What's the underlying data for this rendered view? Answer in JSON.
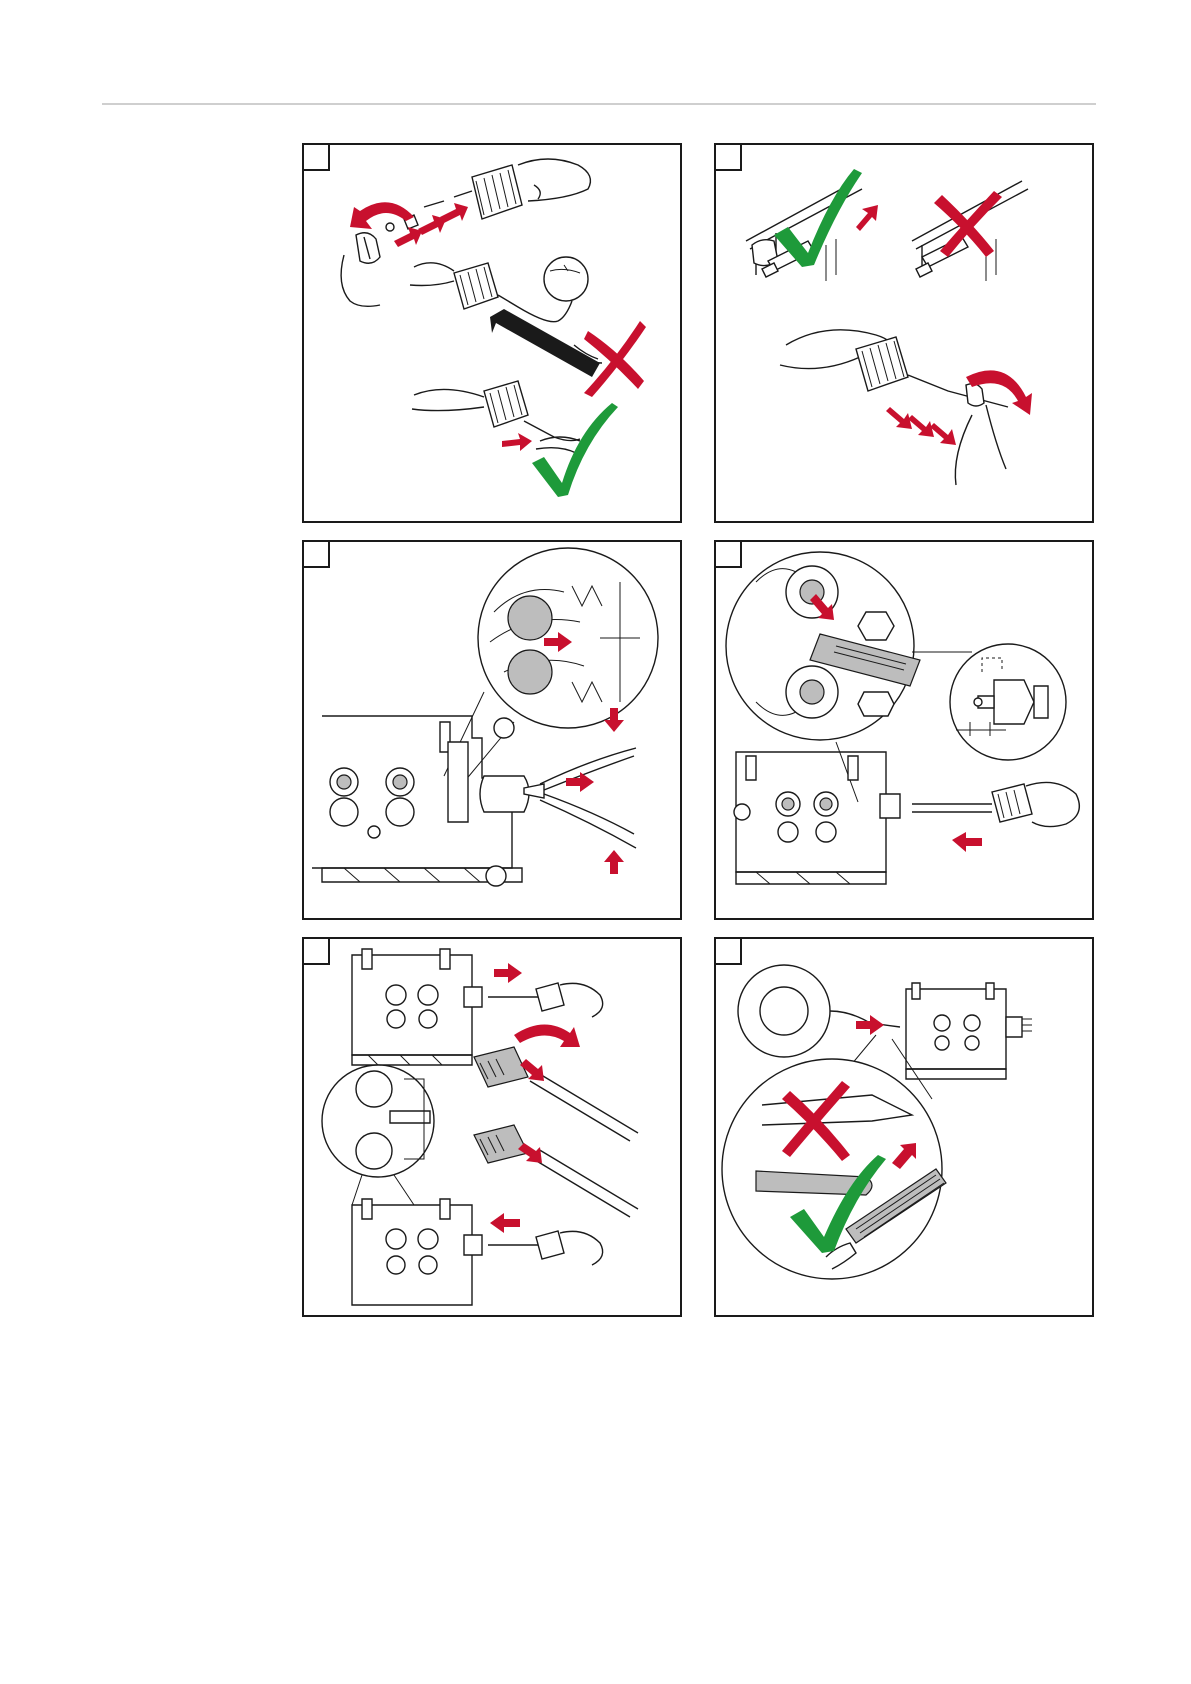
{
  "colors": {
    "arrow_red": "#c8102e",
    "check_green": "#1e9a3a",
    "line": "#1a1a1a",
    "rule": "#cfcfcf"
  },
  "steps": [
    {
      "id": "step-1",
      "number": "",
      "icons": [
        "red-arrow-icon",
        "red-cross-icon",
        "green-check-icon"
      ]
    },
    {
      "id": "step-2",
      "number": "",
      "icons": [
        "green-check-icon",
        "red-cross-icon",
        "red-arrow-icon"
      ]
    },
    {
      "id": "step-3",
      "number": "",
      "icons": [
        "red-arrow-icon",
        "pliers-icon"
      ]
    },
    {
      "id": "step-4",
      "number": "",
      "icons": [
        "red-arrow-icon",
        "cutter-icon"
      ]
    },
    {
      "id": "step-5",
      "number": "",
      "icons": [
        "red-arrow-icon",
        "sharpener-icon"
      ]
    },
    {
      "id": "step-6",
      "number": "",
      "icons": [
        "red-cross-icon",
        "green-check-icon",
        "file-icon"
      ]
    }
  ]
}
